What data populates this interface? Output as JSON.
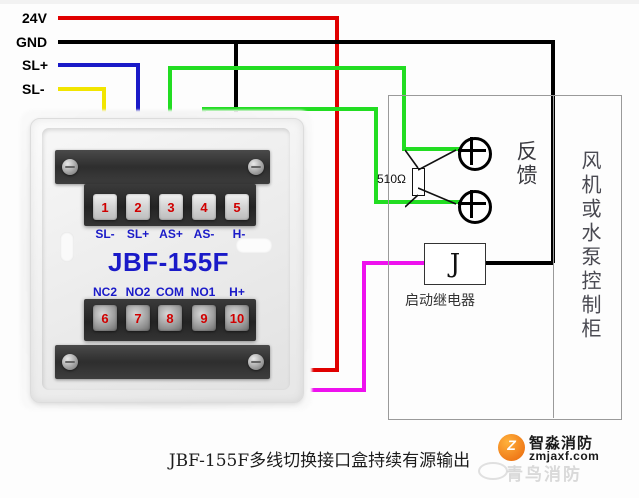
{
  "diagram": {
    "caption": "JBF-155F多线切换接口盒持续有源输出",
    "device_model": "JBF-155F"
  },
  "power_labels": [
    {
      "text": "24V",
      "color": "#e00000"
    },
    {
      "text": "GND",
      "color": "#000000"
    },
    {
      "text": "SL+",
      "color": "#1a1ac8"
    },
    {
      "text": "SL-",
      "color": "#f2e500"
    }
  ],
  "terminals_top": [
    {
      "num": "1",
      "label": "SL-",
      "wire": "yellow"
    },
    {
      "num": "2",
      "label": "SL+",
      "wire": "blue"
    },
    {
      "num": "3",
      "label": "AS+",
      "wire": "green"
    },
    {
      "num": "4",
      "label": "AS-",
      "wire": "green"
    },
    {
      "num": "5",
      "label": "H-",
      "wire": "black"
    }
  ],
  "terminals_bottom": [
    {
      "num": "6",
      "label": "NC2",
      "wire": "none"
    },
    {
      "num": "7",
      "label": "NO2",
      "wire": "none"
    },
    {
      "num": "8",
      "label": "COM",
      "wire": "red"
    },
    {
      "num": "9",
      "label": "NO1",
      "wire": "magenta"
    },
    {
      "num": "10",
      "label": "H+",
      "wire": "red"
    }
  ],
  "cabinet": {
    "title": "风机或水泵控制柜",
    "feedback_label": "反馈",
    "resistor_label": "510Ω",
    "relay_symbol": "J",
    "relay_label": "启动继电器"
  },
  "watermark": {
    "badge": "Z",
    "brand": "智淼消防",
    "site": "zmjaxf.com",
    "ghost": "青鸟消防"
  },
  "colors": {
    "red": "#e00000",
    "black": "#000000",
    "blue": "#1a1ac8",
    "yellow": "#f2e500",
    "green": "#22dd22",
    "magenta": "#ee11ee",
    "terminal_label": "#1a1ac8",
    "terminal_number": "#d00000"
  }
}
